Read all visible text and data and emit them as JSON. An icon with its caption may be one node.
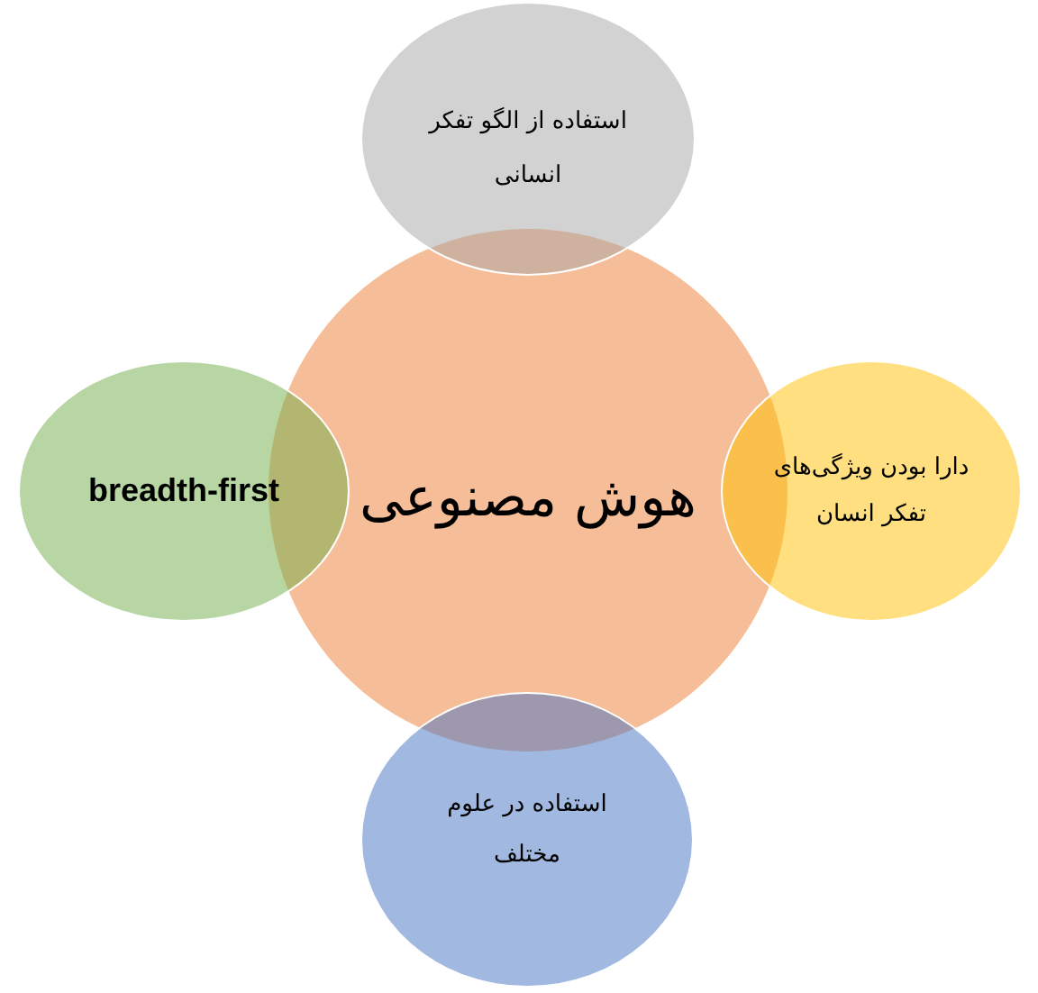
{
  "diagram": {
    "nodes": [
      {
        "text": [
          "استفاده از الگو تفکر انسانی"
        ]
      },
      {
        "text": [
          "breadth-first"
        ]
      },
      {
        "text": [
          "هوش مصنوعی"
        ]
      },
      {
        "text": [
          "دارا بودن ویژگی‌های تفکر انسان"
        ]
      },
      {
        "text": [
          "استفاده در علوم مختلف"
        ]
      }
    ]
  }
}
